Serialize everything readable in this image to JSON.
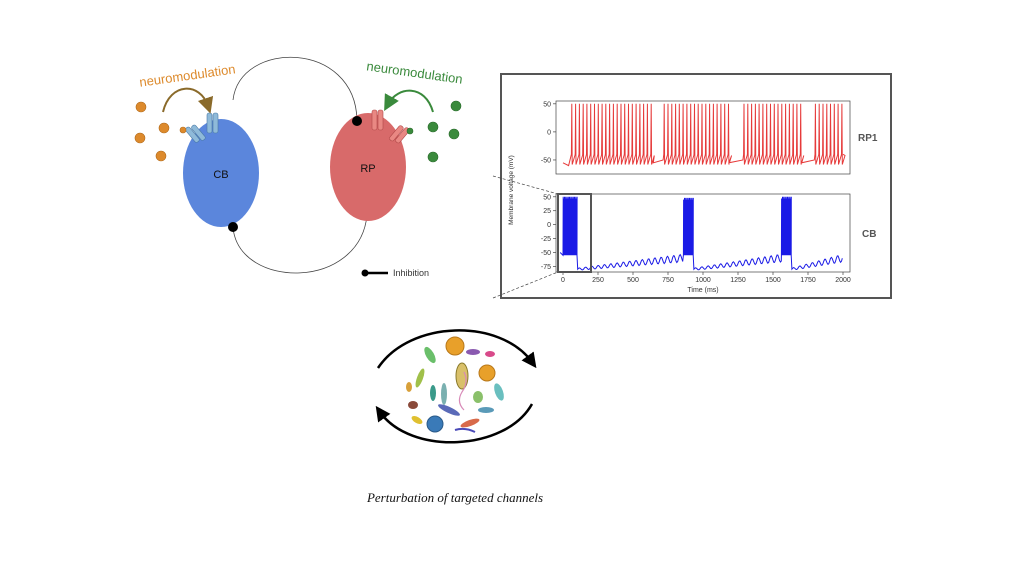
{
  "circuit": {
    "left_modulation_label": "neuromodulation",
    "right_modulation_label": "neuromodulation",
    "cb_label": "CB",
    "rp_label": "RP",
    "legend_label": "Inhibition"
  },
  "colors": {
    "cb": "#5b86dc",
    "rp": "#d86a6a",
    "left_mod": "#dd8a2c",
    "right_mod": "#3a8a3c",
    "rp1_trace": "#e63a3a",
    "cb_trace": "#1a1ae6",
    "channel_blue": "#8fbad9",
    "channel_red": "#e98883"
  },
  "icons": {
    "left_molecules": "orange-molecule-icon",
    "right_molecules": "green-molecule-icon",
    "channel": "ion-channel-icon",
    "microbes": "microbe-cluster-icon",
    "cycle": "circular-arrow-icon"
  },
  "traces": {
    "ylabel": "Membrane voltage (mV)",
    "xlabel": "Time (ms)"
  },
  "chart_data": [
    {
      "type": "line",
      "name": "RP1",
      "ylim": [
        -75,
        55
      ],
      "yticks": [
        "50",
        "0",
        "-50"
      ],
      "description_values": {
        "spike_peak_mV": 50,
        "trough_mV": -55,
        "bursts_ms": [
          [
            60,
            640
          ],
          [
            720,
            1180
          ],
          [
            1290,
            1700
          ],
          [
            1800,
            2000
          ]
        ]
      }
    },
    {
      "type": "line",
      "name": "CB",
      "xlim": [
        -50,
        2050
      ],
      "ylim": [
        -85,
        55
      ],
      "xticks": [
        "0",
        "250",
        "500",
        "750",
        "1000",
        "1250",
        "1500",
        "1750",
        "2000"
      ],
      "yticks": [
        "50",
        "25",
        "0",
        "-25",
        "-50",
        "-75"
      ],
      "description_values": {
        "bursts_ms": [
          [
            0,
            100
          ],
          [
            860,
            930
          ],
          [
            1560,
            1630
          ]
        ],
        "resting_mV": -75,
        "spike_peak_mV": 50
      }
    }
  ],
  "caption": "Perturbation of targeted channels"
}
